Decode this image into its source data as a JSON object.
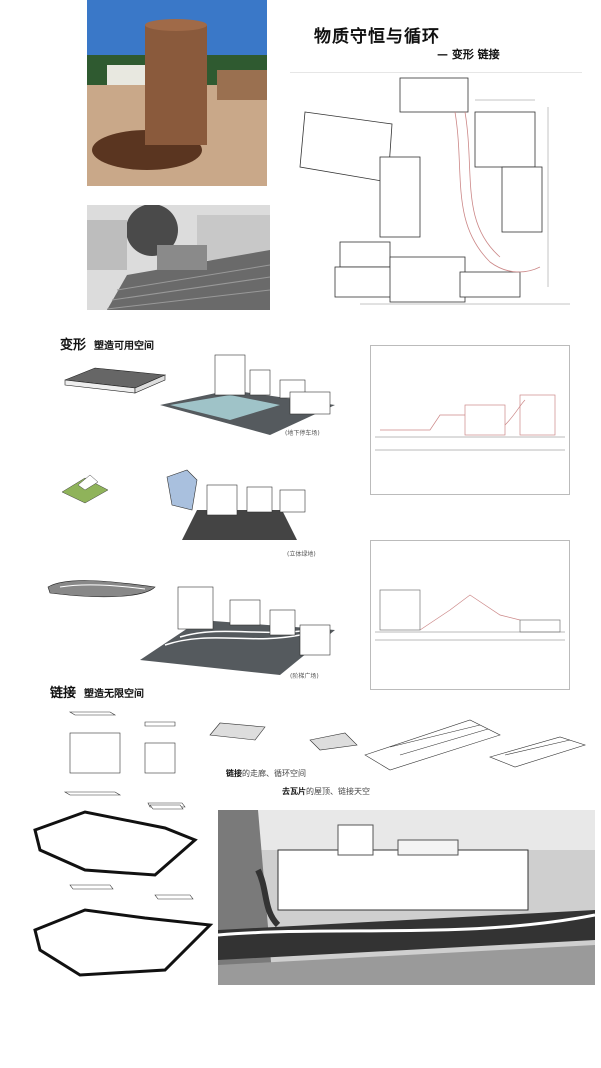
{
  "header": {
    "title": "物质守恒与循环",
    "subtitle": "— 变形 链接"
  },
  "section_transform": {
    "heading": "变形",
    "subheading": "塑造可用空间",
    "captions": [
      "(地下停车场)",
      "(立体绿地)",
      "(阶梯广场)"
    ]
  },
  "section_link": {
    "heading": "链接",
    "subheading": "塑造无限空间",
    "notes": [
      {
        "bold": "链接",
        "rest": "的走廊、循环空间"
      },
      {
        "bold": "去瓦片",
        "rest": "的屋顶、链接天空"
      }
    ]
  },
  "colors": {
    "sky": "#3a78c8",
    "brick": "#8a5a3c",
    "earth": "#b88a6a",
    "dark_grey": "#555a5e",
    "green": "#8fb35a",
    "line_red": "#c88"
  }
}
